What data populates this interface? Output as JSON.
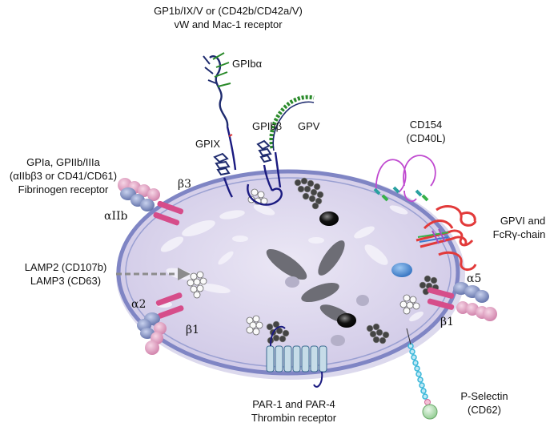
{
  "colors": {
    "cell_fill": "#ddd7ee",
    "cell_rim": "#7f85c4",
    "granule_dark": "#222222",
    "receptor_pink": "#e5a9c8",
    "receptor_blue": "#8d9bc9",
    "helix_light": "#c6dce8",
    "gpvi_red": "#e23a3a",
    "selectin_cyan": "#39b7d9",
    "arrow_grey": "#8c8c8c"
  },
  "labels": {
    "gp1b_line1": "GP1b/IX/V or (CD42b/CD42a/V)",
    "gp1b_line2": "vW and Mac-1 receptor",
    "gpib_alpha": "GPIbα",
    "gpib_beta": "GPIbβ",
    "gpix": "GPIX",
    "gpv": "GPV",
    "cd154_line1": "CD154",
    "cd154_line2": "(CD40L)",
    "gpia_line1": "GPIa, GPIIb/IIIa",
    "gpia_line2": "(αIIbβ3 or CD41/CD61)",
    "gpia_line3": "Fibrinogen receptor",
    "beta3": "β3",
    "alpha_iib": "αIIb",
    "gpvi_line1": "GPVI and",
    "gpvi_line2": "FcRγ-chain",
    "lamp_line1": "LAMP2 (CD107b)",
    "lamp_line2": "LAMP3 (CD63)",
    "alpha2": "α2",
    "beta1_left": "β1",
    "alpha5": "α5",
    "beta1_right": "β1",
    "par_line1": "PAR-1 and PAR-4",
    "par_line2": "Thrombin receptor",
    "pselectin_line1": "P-Selectin",
    "pselectin_line2": "(CD62)"
  }
}
